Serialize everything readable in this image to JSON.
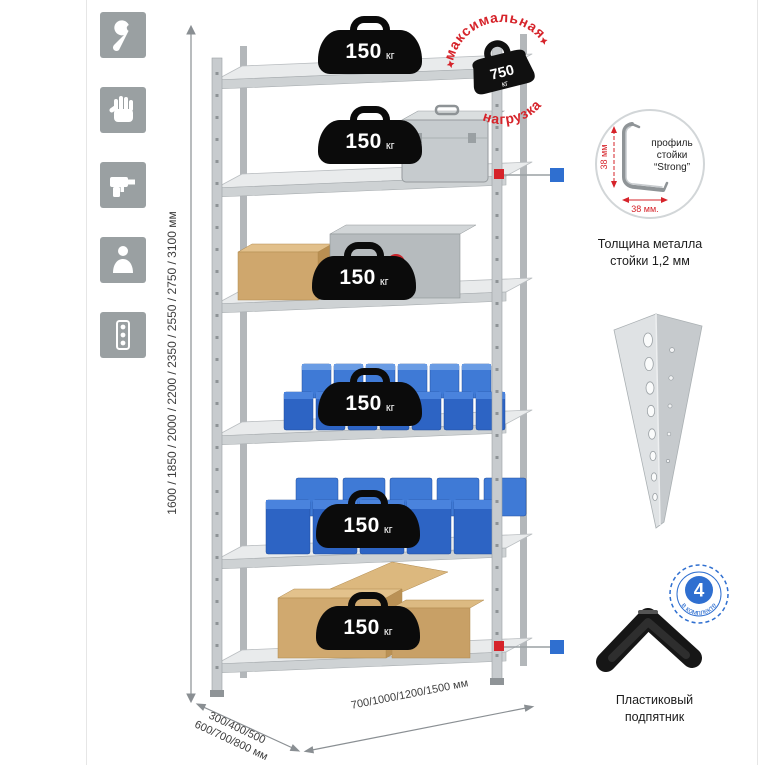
{
  "feature_icons": [
    {
      "name": "wrench-icon"
    },
    {
      "name": "glove-icon"
    },
    {
      "name": "drill-icon"
    },
    {
      "name": "person-icon"
    },
    {
      "name": "fasteners-icon"
    }
  ],
  "dimensions": {
    "height": "1600 / 1850 / 2000 / 2200 / 2350 / 2550 / 2750 / 3100 мм",
    "depth_line1": "300/400/500",
    "depth_line2": "600/700/800 мм",
    "width": "700/1000/1200/1500 мм"
  },
  "shelf_load": {
    "value": "150",
    "unit": "кг",
    "badge_count": 6
  },
  "max_load": {
    "arc_top": "максимальная",
    "arc_bottom": "нагрузка",
    "value": "750",
    "unit": "кг"
  },
  "profile": {
    "label_line1": "профиль",
    "label_line2": "стойки",
    "label_line3": "“Strong”",
    "dim_vertical": "38 мм",
    "dim_horizontal": "38 мм.",
    "caption_line1": "Толщина металла",
    "caption_line2": "стойки 1,2 мм"
  },
  "foot": {
    "badge_value": "4",
    "badge_text": "в комплекте",
    "caption_line1": "Пластиковый",
    "caption_line2": "подпятник"
  },
  "colors": {
    "accent_red": "#d6232a",
    "accent_blue": "#2f6fd0",
    "bin_blue": "#2d64c4",
    "cardboard": "#d0a96f",
    "metal": "#c7cbce"
  }
}
